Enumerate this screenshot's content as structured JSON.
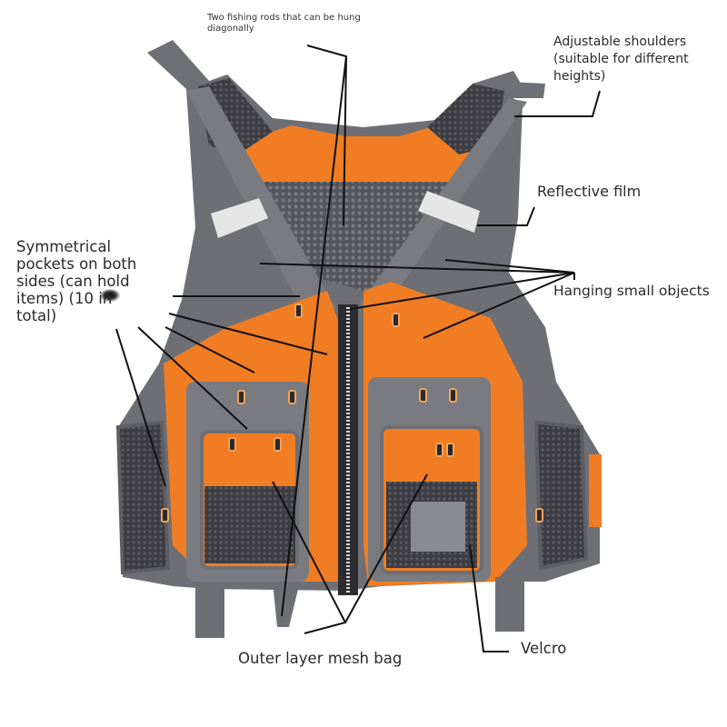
{
  "image": {
    "subject": "Fishing vest with annotated features",
    "colors": {
      "vest_orange": "#f07d23",
      "vest_gray": "#6e6f75",
      "vest_dark_gray": "#4d4e54",
      "mesh_dark": "#3c3c42",
      "reflective": "#e6e6e6",
      "leader_line": "#111111"
    }
  },
  "annotations": {
    "rods": "Two fishing rods that can be hung diagonally",
    "shoulders": "Adjustable shoulders (suitable for different heights)",
    "reflective": "Reflective film",
    "pockets": "Symmetrical pockets on both sides (can hold items) (10 in total)",
    "hanging": "Hanging small objects",
    "mesh": "Outer layer mesh bag",
    "velcro": "Velcro"
  }
}
